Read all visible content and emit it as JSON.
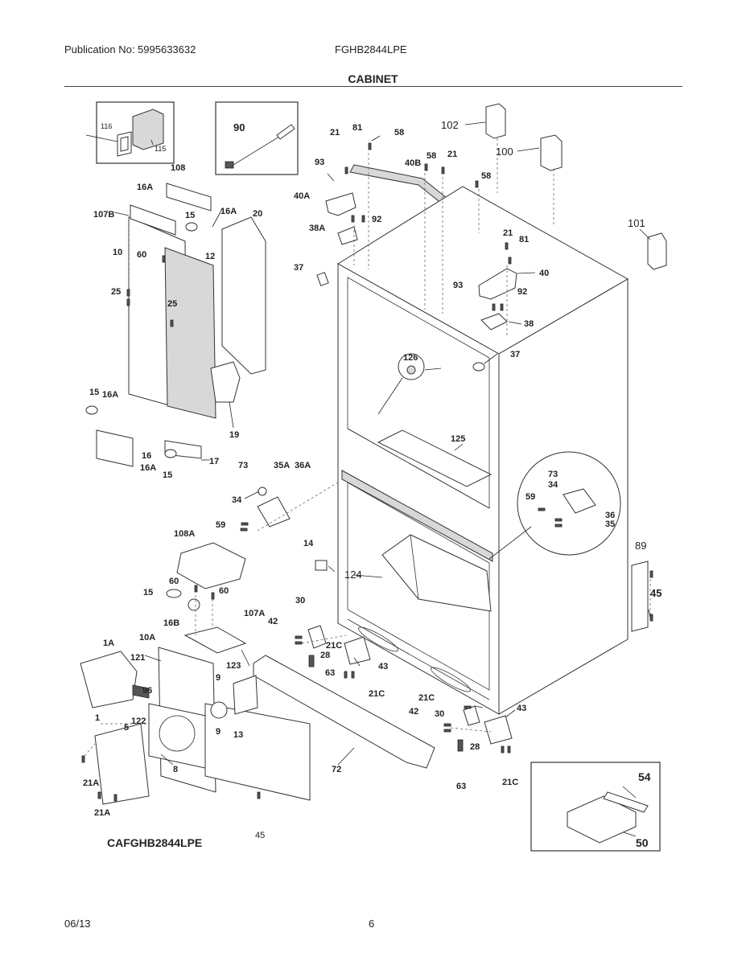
{
  "header": {
    "publication": "Publication No: 5995633632",
    "model": "FGHB2844LPE",
    "section_title": "CABINET"
  },
  "footer": {
    "date": "06/13",
    "page": "6"
  },
  "diagram": {
    "model_code": "CAFGHB2844LPE",
    "callouts": [
      "116",
      "115",
      "90",
      "102",
      "100",
      "101",
      "108",
      "16A",
      "16A",
      "107B",
      "15",
      "20",
      "10",
      "60",
      "12",
      "25",
      "25",
      "21",
      "81",
      "58",
      "93",
      "40B",
      "58",
      "21",
      "58",
      "40A",
      "92",
      "38A",
      "37",
      "21",
      "81",
      "93",
      "40",
      "92",
      "38",
      "37",
      "126",
      "125",
      "15",
      "16A",
      "19",
      "16",
      "16A",
      "15",
      "17",
      "73",
      "35A",
      "36A",
      "34",
      "59",
      "73",
      "34",
      "59",
      "36",
      "35",
      "108A",
      "14",
      "60",
      "60",
      "124",
      "89",
      "45",
      "15",
      "16B",
      "107A",
      "30",
      "42",
      "21C",
      "28",
      "63",
      "43",
      "21C",
      "1A",
      "10A",
      "121",
      "123",
      "96",
      "9",
      "9",
      "13",
      "122",
      "5",
      "1",
      "8",
      "21A",
      "21A",
      "72",
      "45",
      "21C",
      "30",
      "42",
      "43",
      "28",
      "63",
      "21C",
      "54",
      "50"
    ]
  }
}
